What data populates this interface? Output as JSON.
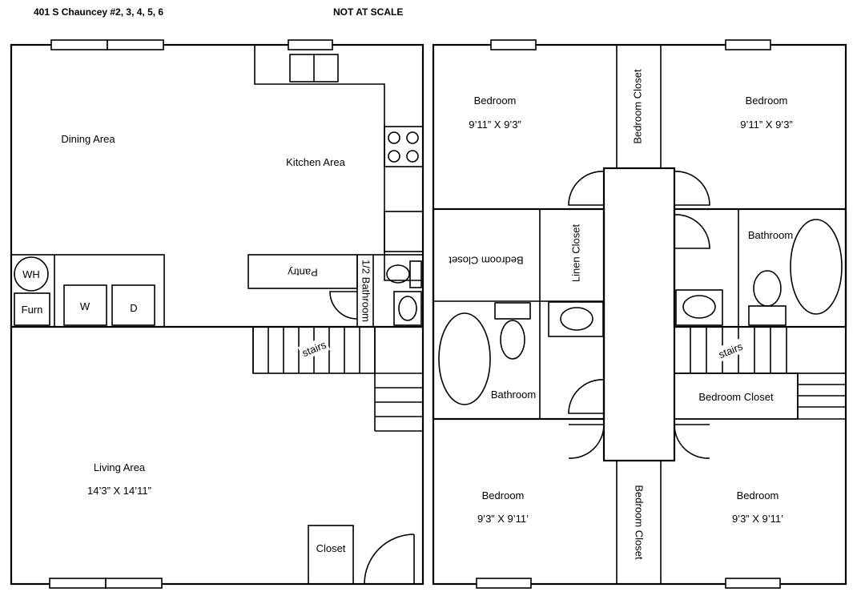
{
  "header": {
    "address": "401 S Chauncey #2, 3, 4, 5, 6",
    "scale_note": "NOT AT SCALE"
  },
  "first_floor": {
    "dining": "Dining Area",
    "kitchen": "Kitchen Area",
    "pantry": "Pantry",
    "half_bath": "1/2 Bathroom",
    "wh": "WH",
    "furn": "Furn",
    "washer": "W",
    "dryer": "D",
    "stairs": "stairs",
    "living": "Living Area",
    "living_dim": "14’3” X 14’11”",
    "closet": "Closet"
  },
  "second_floor": {
    "bedroom_tl": "Bedroom",
    "bedroom_tl_dim": "9’11” X 9’3”",
    "bedroom_tr": "Bedroom",
    "bedroom_tr_dim": "9’11” X 9’3”",
    "bedroom_bl": "Bedroom",
    "bedroom_bl_dim": "9’3” X 9’11’",
    "bedroom_br": "Bedroom",
    "bedroom_br_dim": "9’3” X 9’11’",
    "closet_top": "Bedroom Closet",
    "closet_bottom": "Bedroom Closet",
    "closet_left": "Bedroom Closet",
    "closet_right": "Bedroom Closet",
    "linen": "Linen Closet",
    "bath_left": "Bathroom",
    "bath_right": "Bathroom",
    "stairs": "stairs"
  }
}
